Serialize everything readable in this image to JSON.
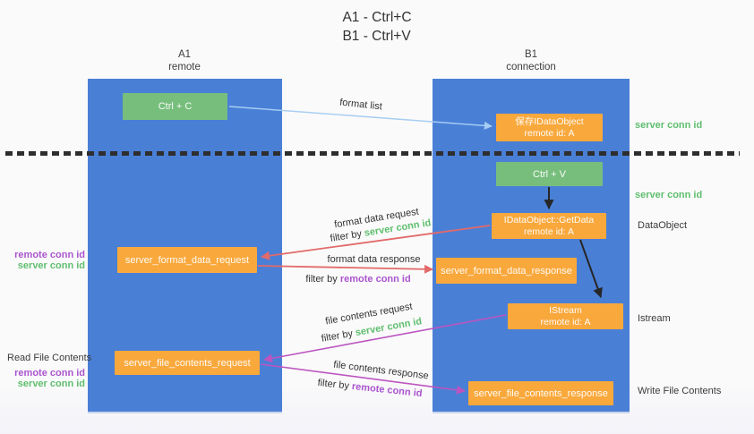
{
  "title": {
    "line1": "A1 - Ctrl+C",
    "line2": "B1 - Ctrl+V"
  },
  "lanes": {
    "left": {
      "name": "A1",
      "role": "remote"
    },
    "right": {
      "name": "B1",
      "role": "connection"
    }
  },
  "nodes": {
    "ctrl_c": "Ctrl + C",
    "ctrl_v": "Ctrl + V",
    "save_idataobject": {
      "line1": "保存IDataObject",
      "line2": "remote id: A"
    },
    "getdata": {
      "line1": "IDataObject::GetData",
      "line2": "remote id: A"
    },
    "istream": {
      "line1": "IStream",
      "line2": "remote id: A"
    },
    "format_request": "server_format_data_request",
    "format_response": "server_format_data_response",
    "file_request": "server_file_contents_request",
    "file_response": "server_file_contents_response"
  },
  "flow_labels": {
    "format_list": "format list",
    "format_data_request": "format data request",
    "format_data_response": "format data response",
    "file_contents_request": "file contents request",
    "file_contents_response": "file contents response",
    "filter_by": "filter by",
    "server_conn_id": "server conn id",
    "remote_conn_id": "remote conn id"
  },
  "side_labels": {
    "left": {
      "remote_conn_id": "remote conn id",
      "server_conn_id": "server conn id",
      "read_file_contents": "Read File Contents"
    },
    "right": {
      "server_conn_id": "server conn id",
      "dataobject": "DataObject",
      "istream": "Istream",
      "write_file_contents": "Write File Contents"
    }
  },
  "colors": {
    "lane_blue": "#4A7FD6",
    "node_orange": "#F9A83C",
    "node_green": "#77BE7D",
    "arrow_blue": "#A6CDF2",
    "arrow_red": "#E26A6A",
    "arrow_magenta": "#BC55C0",
    "arrow_black": "#262626",
    "text_green": "#5FBE6E",
    "text_purple": "#AA55CE",
    "divider_black": "#2E2E2E"
  }
}
